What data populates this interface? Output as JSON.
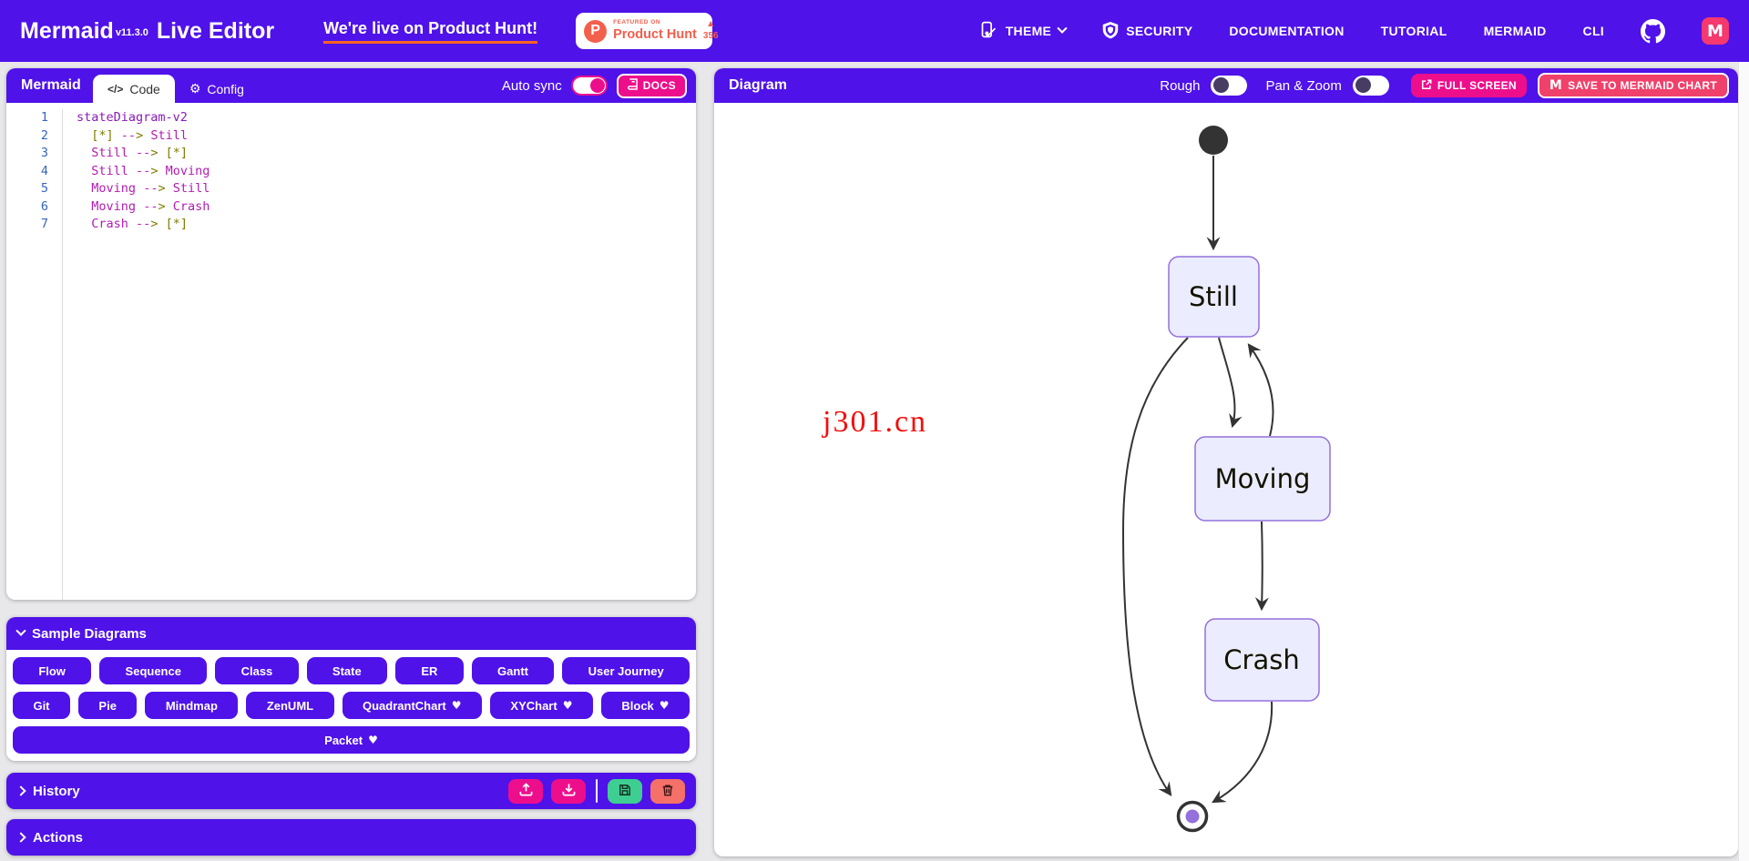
{
  "colors": {
    "purple": "#4F12E9",
    "pink": "#ED0E8C",
    "save_red": "#F0416B",
    "green": "#3ECE91",
    "danger_red": "#F47069",
    "ph_coral": "#F25F4D",
    "underline_orange": "#FB6420",
    "node_fill": "#ECECFF",
    "node_border": "#9370DB",
    "watermark_red": "#F40D0D"
  },
  "navbar": {
    "brand": {
      "name": "Mermaid",
      "version": "v11.3.0",
      "suffix": "Live Editor"
    },
    "product_hunt_link": "We're live on Product Hunt!",
    "badge": {
      "featured": "FEATURED ON",
      "name": "Product Hunt",
      "votes": "356",
      "logo_letter": "P"
    },
    "links": [
      "THEME",
      "SECURITY",
      "DOCUMENTATION",
      "TUTORIAL",
      "MERMAID",
      "CLI"
    ]
  },
  "editor": {
    "title": "Mermaid",
    "tabs": {
      "code": "Code",
      "config": "Config"
    },
    "code_icon_glyph": "</>",
    "auto_sync_label": "Auto sync",
    "docs_label": "DOCS",
    "code_lines": [
      [
        [
          "kw",
          "stateDiagram-v2"
        ]
      ],
      [
        [
          "pl",
          "  "
        ],
        [
          "br",
          "[*]"
        ],
        [
          "pl",
          " "
        ],
        [
          "ar",
          "--"
        ],
        [
          "br",
          ">"
        ],
        [
          "pl",
          " "
        ],
        [
          "nm",
          "Still"
        ]
      ],
      [
        [
          "pl",
          "  "
        ],
        [
          "nm",
          "Still"
        ],
        [
          "pl",
          " "
        ],
        [
          "ar",
          "--"
        ],
        [
          "br",
          ">"
        ],
        [
          "pl",
          " "
        ],
        [
          "br",
          "[*]"
        ]
      ],
      [
        [
          "pl",
          "  "
        ],
        [
          "nm",
          "Still"
        ],
        [
          "pl",
          " "
        ],
        [
          "ar",
          "--"
        ],
        [
          "br",
          ">"
        ],
        [
          "pl",
          " "
        ],
        [
          "nm",
          "Moving"
        ]
      ],
      [
        [
          "pl",
          "  "
        ],
        [
          "nm",
          "Moving"
        ],
        [
          "pl",
          " "
        ],
        [
          "ar",
          "--"
        ],
        [
          "br",
          ">"
        ],
        [
          "pl",
          " "
        ],
        [
          "nm",
          "Still"
        ]
      ],
      [
        [
          "pl",
          "  "
        ],
        [
          "nm",
          "Moving"
        ],
        [
          "pl",
          " "
        ],
        [
          "ar",
          "--"
        ],
        [
          "br",
          ">"
        ],
        [
          "pl",
          " "
        ],
        [
          "nm",
          "Crash"
        ]
      ],
      [
        [
          "pl",
          "  "
        ],
        [
          "nm",
          "Crash"
        ],
        [
          "pl",
          " "
        ],
        [
          "ar",
          "--"
        ],
        [
          "br",
          ">"
        ],
        [
          "pl",
          " "
        ],
        [
          "br",
          "[*]"
        ]
      ]
    ]
  },
  "samples": {
    "title": "Sample Diagrams",
    "rows": [
      [
        {
          "label": "Flow"
        },
        {
          "label": "Sequence"
        },
        {
          "label": "Class"
        },
        {
          "label": "State"
        },
        {
          "label": "ER"
        },
        {
          "label": "Gantt"
        },
        {
          "label": "User Journey"
        }
      ],
      [
        {
          "label": "Git"
        },
        {
          "label": "Pie"
        },
        {
          "label": "Mindmap"
        },
        {
          "label": "ZenUML"
        },
        {
          "label": "QuadrantChart",
          "heart": true
        },
        {
          "label": "XYChart",
          "heart": true
        },
        {
          "label": "Block",
          "heart": true
        }
      ],
      [
        {
          "label": "Packet",
          "heart": true
        }
      ]
    ]
  },
  "history": {
    "title": "History"
  },
  "actions": {
    "title": "Actions"
  },
  "diagram_panel": {
    "title": "Diagram",
    "rough_label": "Rough",
    "pan_zoom_label": "Pan & Zoom",
    "fullscreen_label": "FULL SCREEN",
    "save_label": "SAVE TO MERMAID CHART",
    "save_icon_glyph": "M",
    "watermark": "j301.cn",
    "states": {
      "s1": "Still",
      "s2": "Moving",
      "s3": "Crash"
    }
  }
}
